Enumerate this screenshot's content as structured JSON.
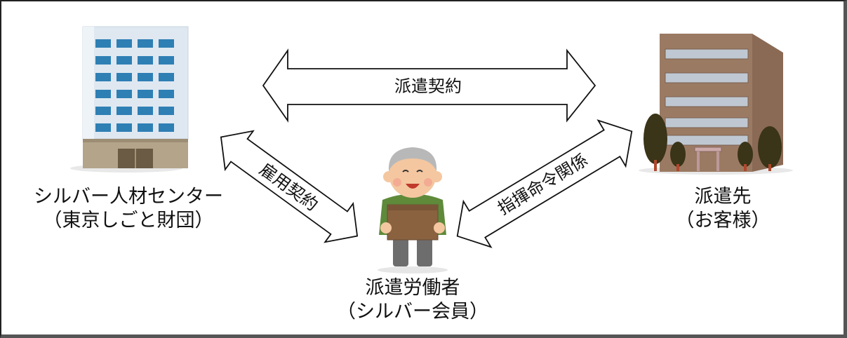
{
  "nodes": {
    "center": {
      "name": "シルバー人材センター",
      "sub": "（東京しごと財団）"
    },
    "client": {
      "name": "派遣先",
      "sub": "（お客様）"
    },
    "worker": {
      "name": "派遣労働者",
      "sub": "（シルバー会員）"
    }
  },
  "relations": {
    "dispatch_contract": "派遣契約",
    "employment_contract": "雇用契約",
    "command_relation": "指揮命令関係"
  },
  "colors": {
    "building_glass": "#2e7fb4",
    "building_body": "#dfe8f1",
    "building_base": "#b3a48a",
    "client_building": "#9b7a63",
    "tree": "#3a3418",
    "worker_shirt": "#5e8a3a",
    "box": "#8a6240"
  }
}
